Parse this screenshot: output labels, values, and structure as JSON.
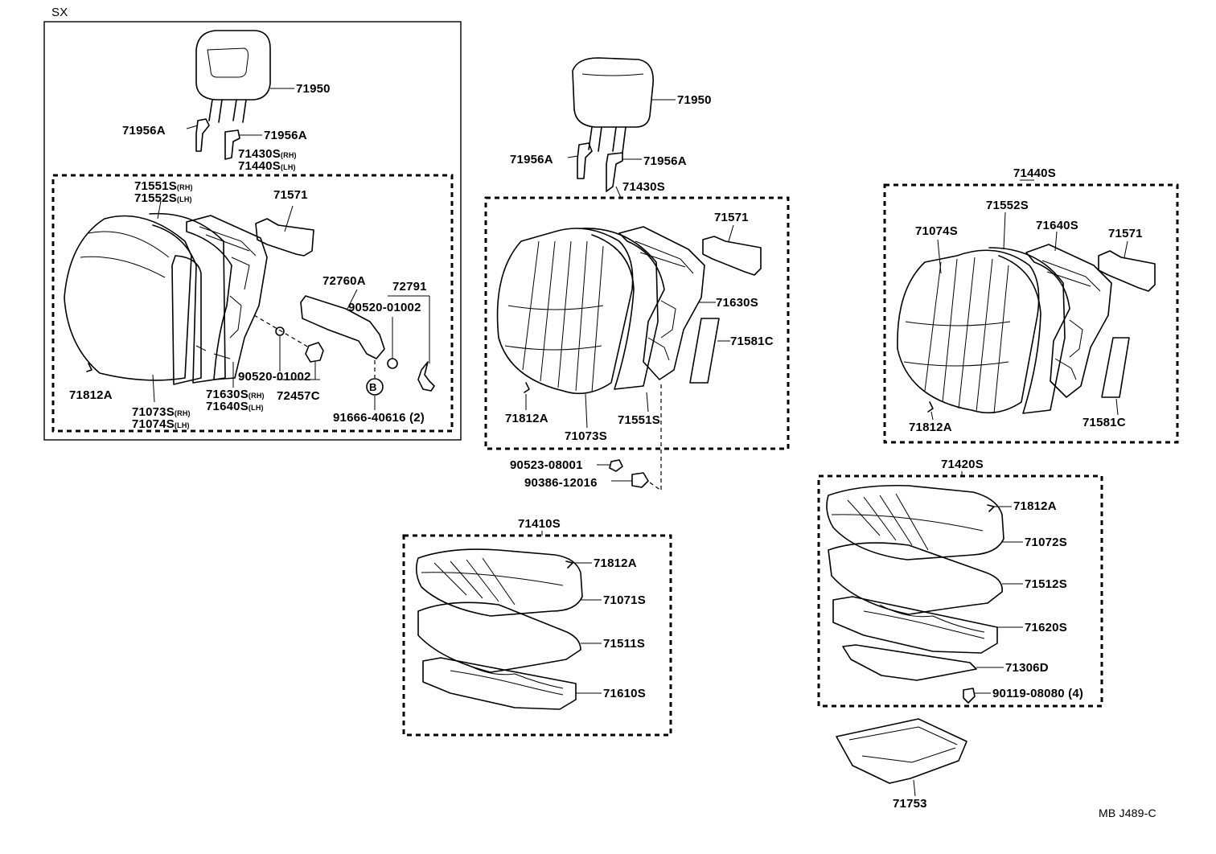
{
  "diagram": {
    "sx_tag": "SX",
    "reference_code": "MB J489-C",
    "note_b_symbol": "B",
    "panel_sx": {
      "headrest": "71950",
      "support_left": "71956A",
      "support_right": "71956A",
      "frame_rh": "71430S",
      "frame_rh_side": "(RH)",
      "frame_lh": "71440S",
      "frame_lh_side": "(LH)",
      "pad_rh": "71551S",
      "pad_rh_side": "(RH)",
      "pad_lh": "71552S",
      "pad_lh_side": "(LH)",
      "label_plate": "71571",
      "hinge": "72760A",
      "spring": "72791",
      "clip_upper": "90520-01002",
      "clip_lower": "90520-01002",
      "knob": "72457C",
      "frame2_rh": "71630S",
      "frame2_rh_side": "(RH)",
      "frame2_lh": "71640S",
      "frame2_lh_side": "(LH)",
      "hog_ring": "71812A",
      "cover_rh": "71073S",
      "cover_rh_side": "(RH)",
      "cover_lh": "71074S",
      "cover_lh_side": "(LH)",
      "bolt": "91666-40616",
      "bolt_qty": "(2)"
    },
    "panel_center_back": {
      "headrest": "71950",
      "support_left": "71956A",
      "support_right": "71956A",
      "assembly": "71430S",
      "label_plate": "71571",
      "frame": "71630S",
      "pad_side": "71581C",
      "hog_ring": "71812A",
      "cover": "71073S",
      "pad": "71551S",
      "nut": "90523-08001",
      "bolt": "90386-12016"
    },
    "panel_right_back": {
      "assembly": "71440S",
      "pad": "71552S",
      "cover": "71074S",
      "frame": "71640S",
      "label_plate": "71571",
      "hog_ring": "71812A",
      "pad_side": "71581C"
    },
    "panel_center_cushion": {
      "assembly": "71410S",
      "hog_ring": "71812A",
      "cover": "71071S",
      "pad": "71511S",
      "frame": "71610S"
    },
    "panel_right_cushion": {
      "assembly": "71420S",
      "hog_ring": "71812A",
      "cover": "71072S",
      "pad": "71512S",
      "frame": "71620S",
      "bracket": "71306D",
      "bolt": "90119-08080",
      "bolt_qty": "(4)",
      "tray": "71753"
    }
  }
}
